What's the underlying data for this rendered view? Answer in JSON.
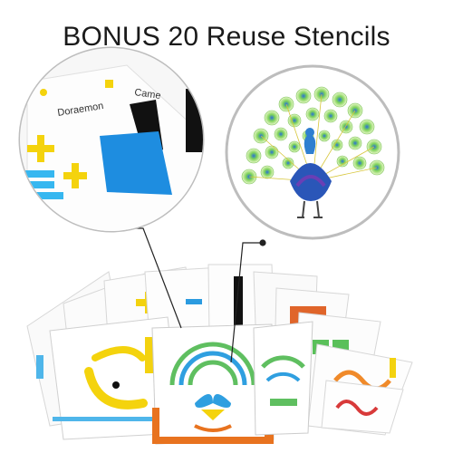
{
  "headline": "BONUS 20 Reuse Stencils",
  "stencil_labels": {
    "left_circle_word_1": "Doraemon",
    "left_circle_word_2": "Came"
  },
  "colors": {
    "card_white": "#fbfbfb",
    "card_edge": "#d9d9d9",
    "peacock_green": "#5fbf60",
    "peacock_blue": "#2f7fd0",
    "accent_orange": "#e8731f",
    "accent_yellow": "#f4d30d",
    "accent_cyan": "#36b7f0",
    "accent_black": "#111111"
  }
}
